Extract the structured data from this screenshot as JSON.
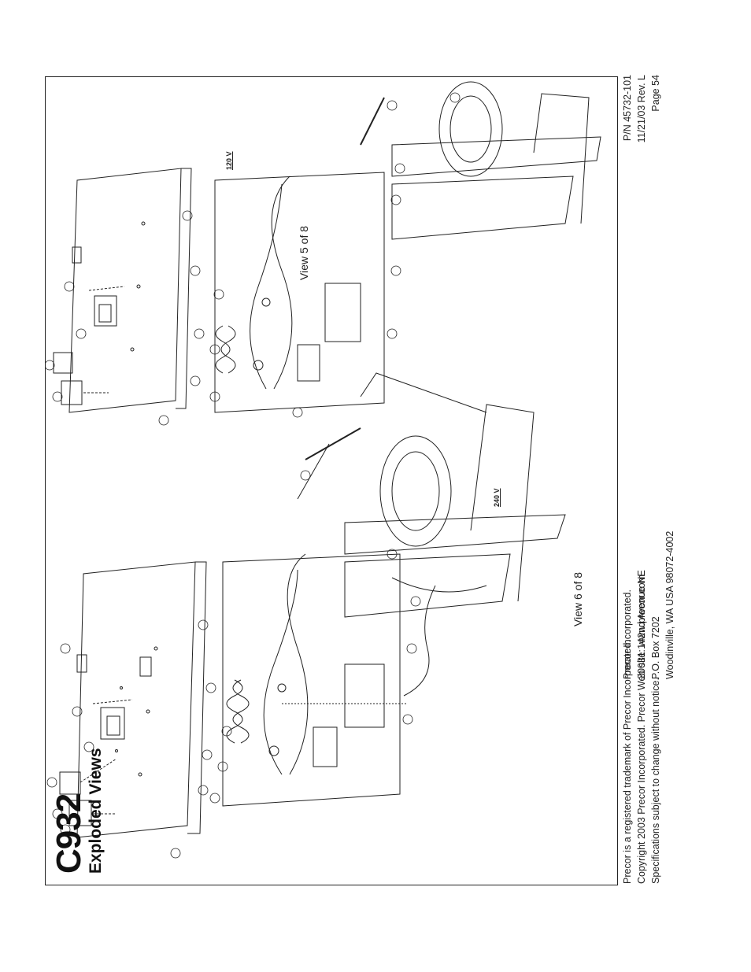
{
  "header": {
    "model": "C932",
    "section": "Exploded Views"
  },
  "views": {
    "view6": "View 6 of 8",
    "view5": "View 5 of 8",
    "label_240": "240 V",
    "label_120": "120 V"
  },
  "footer": {
    "legal": [
      "Precor is a registered trademark of Precor Incorporated.",
      "Copyright 2003 Precor Incorporated. Precor Web site: www.precor.com",
      "Specifications subject to change without notice."
    ],
    "address": [
      "Precor Incorporated.",
      "20031 142nd Avenue NE",
      "P.O. Box 7202",
      "Woodinville, WA    USA 98072-4002"
    ],
    "docinfo": [
      "P/N  45732-101",
      "11/21/03  Rev. L",
      "Page 54"
    ]
  }
}
